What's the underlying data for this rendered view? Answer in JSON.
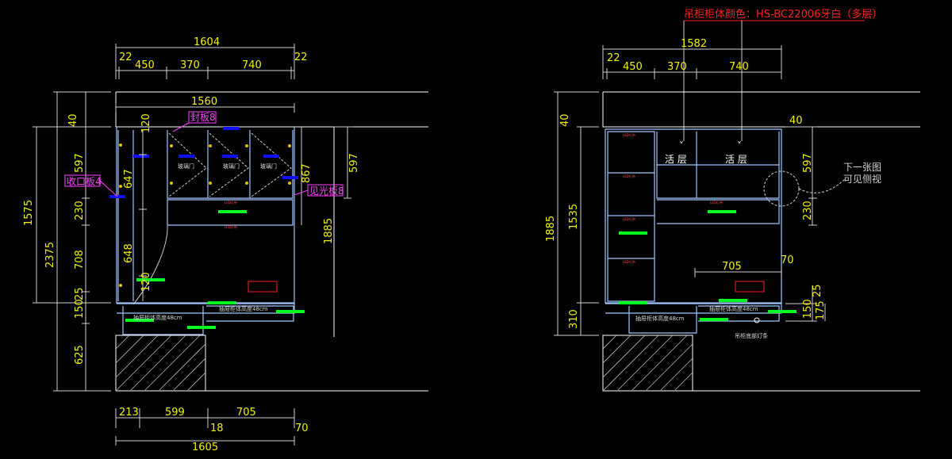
{
  "colors": {
    "background": "#000000",
    "dimension": "#f2f200",
    "label": "#ffffff",
    "note": "#ff40ff",
    "header": "#ff2020",
    "green_mark": "#00ff20",
    "blue_mark": "#1010ff"
  },
  "header_note": "吊柜柜体颜色：HS-BC22006牙白（多层）",
  "left": {
    "top_dims": {
      "total": "1604",
      "d1": "22",
      "d2": "450",
      "d3": "370",
      "d4": "740",
      "d5": "22"
    },
    "inner_width": "1560",
    "left_dims": {
      "h_total": "2375",
      "h_upper": "1575",
      "d40": "40",
      "d597": "597",
      "d230": "230",
      "d708": "708",
      "d25": "25",
      "d150": "150",
      "d625": "625"
    },
    "inner_dims": {
      "d120a": "120",
      "d647": "647",
      "d648": "648",
      "d120b": "120",
      "d867": "867"
    },
    "right_dims": {
      "h1885": "1885",
      "d597": "597"
    },
    "bottom_dims": {
      "d213": "213",
      "d599": "599",
      "d705": "705",
      "d70": "70",
      "d18": "18",
      "total": "1605"
    },
    "notes": {
      "seal": "封板8",
      "mouth": "收口板4",
      "light": "见光板8"
    },
    "small_labels": {
      "door1": "玻璃门",
      "door2": "玻璃门",
      "door3": "玻璃门",
      "drawer1": "抽屉柜体高度48cm",
      "drawer2": "抽屉柜体高度48cm",
      "lamp1": "LED灯带",
      "lamp2": "LED灯带"
    }
  },
  "right": {
    "top_dims": {
      "total": "1582",
      "d1": "22",
      "d2": "450",
      "d3": "370",
      "d4": "740"
    },
    "left_dims": {
      "h1885": "1885",
      "h1535": "1535",
      "d40": "40",
      "d310": "310"
    },
    "right_dims": {
      "d40": "40",
      "d597": "597",
      "d230": "230",
      "d70": "70",
      "d25": "25",
      "d150": "150",
      "d175": "175",
      "d705": "705"
    },
    "shelf_left": "活 层",
    "shelf_right": "活 层",
    "side_note_1": "下一张图",
    "side_note_2": "可见侧视",
    "small_labels": {
      "drawer1": "抽屉柜体高度48cm",
      "drawer2": "抽屉柜体高度48cm",
      "lamp1": "LED灯带",
      "lamp2": "LED灯带",
      "lamp3": "LED灯带",
      "lamp4": "LED灯带",
      "lamp5": "LED灯带",
      "bottom": "吊柜底部灯条"
    }
  }
}
